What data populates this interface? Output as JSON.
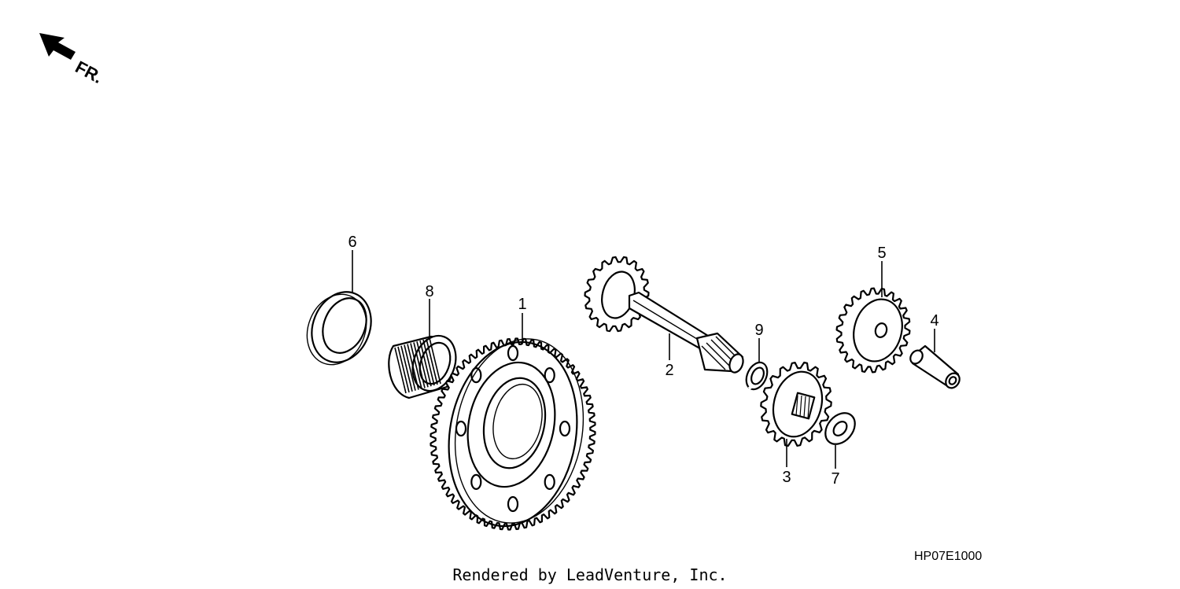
{
  "direction_label": "FR.",
  "diagram_code": "HP07E1000",
  "credit": "Rendered by LeadVenture, Inc.",
  "callouts": [
    {
      "id": "1",
      "label": "1"
    },
    {
      "id": "2",
      "label": "2"
    },
    {
      "id": "3",
      "label": "3"
    },
    {
      "id": "4",
      "label": "4"
    },
    {
      "id": "5",
      "label": "5"
    },
    {
      "id": "6",
      "label": "6"
    },
    {
      "id": "7",
      "label": "7"
    },
    {
      "id": "8",
      "label": "8"
    },
    {
      "id": "9",
      "label": "9"
    }
  ]
}
